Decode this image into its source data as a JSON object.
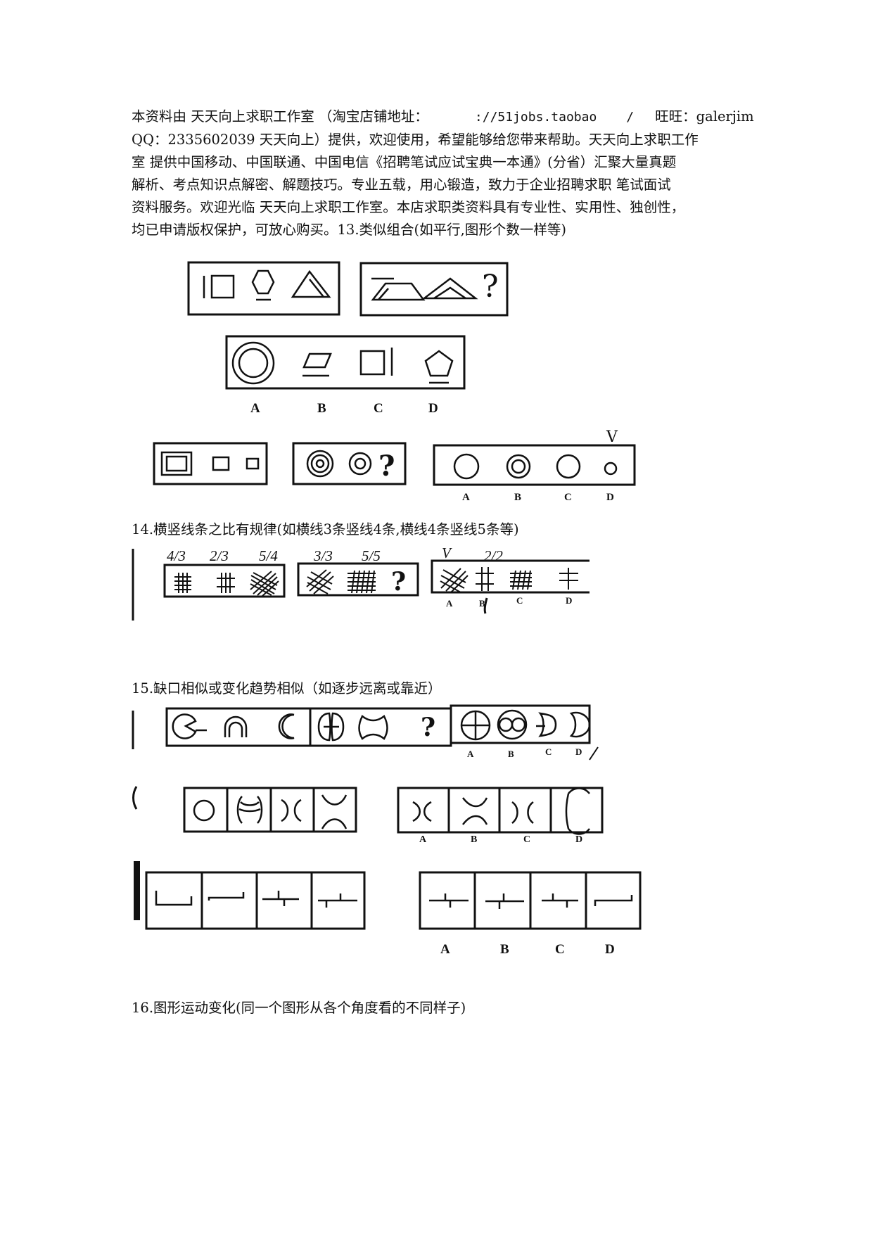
{
  "intro": {
    "line1_a": "本资料由 天天向上求职工作室 （淘宝店铺地址：",
    "line1_url": "://51jobs.taobao",
    "line1_sep": "/",
    "line1_b": "旺旺：galerjim",
    "line2": "QQ：2335602039 天天向上）提供，欢迎使用，希望能够给您带来帮助。天天向上求职工作",
    "line3": "室 提供中国移动、中国联通、中国电信《招聘笔试应试宝典一本通》(分省）汇聚大量真题",
    "line4": "解析、考点知识点解密、解题技巧。专业五载，用心锻造，致力于企业招聘求职 笔试面试",
    "line5": "资料服务。欢迎光临 天天向上求职工作室。本店求职类资料具有专业性、实用性、独创性，",
    "line6": "均已申请版权保护，可放心购买。13.类似组合(如平行,图形个数一样等)"
  },
  "headings": {
    "h14": "14.横竖线条之比有规律(如横线3条竖线4条,横线4条竖线5条等)",
    "h15": "15.缺口相似或变化趋势相似（如逐步远离或靠近）",
    "h16": "16.图形运动变化(同一个图形从各个角度看的不同样子)"
  },
  "options": [
    "A",
    "B",
    "C",
    "D"
  ],
  "question_mark": "?",
  "q14_annotations": {
    "a1": "4/3",
    "a2": "2/3",
    "a3": "5/4",
    "a4": "3/3",
    "a5": "5/5",
    "check": "V",
    "a6": "2/2"
  },
  "q13_check": "V"
}
